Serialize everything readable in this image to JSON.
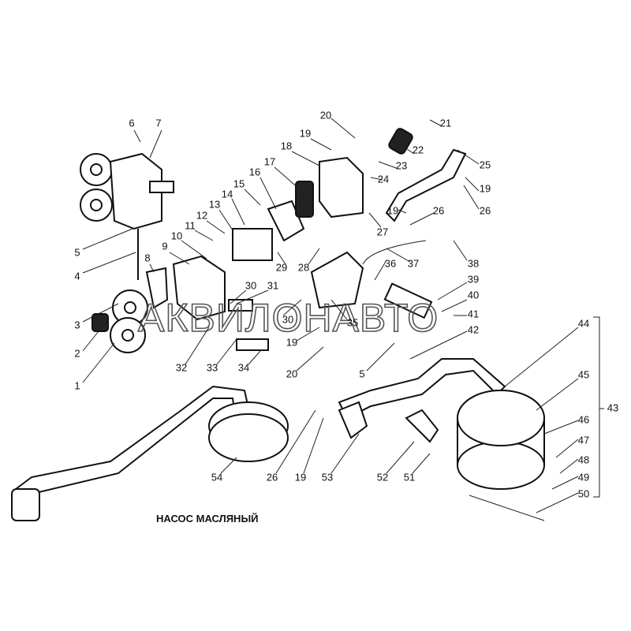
{
  "title": "НАСОС МАСЛЯНЫЙ",
  "watermark": "АКВИЛОНАВТО",
  "callouts": [
    "1",
    "2",
    "3",
    "4",
    "5",
    "6",
    "7",
    "8",
    "9",
    "10",
    "11",
    "12",
    "13",
    "14",
    "15",
    "16",
    "17",
    "18",
    "19",
    "20",
    "21",
    "22",
    "23",
    "24",
    "25",
    "19",
    "26",
    "19",
    "26",
    "27",
    "28",
    "29",
    "30",
    "31",
    "30",
    "35",
    "36",
    "37",
    "38",
    "39",
    "40",
    "41",
    "42",
    "19",
    "20",
    "5",
    "32",
    "33",
    "34",
    "44",
    "45",
    "46",
    "47",
    "48",
    "49",
    "50",
    "43",
    "54",
    "26",
    "19",
    "53",
    "52",
    "51"
  ]
}
